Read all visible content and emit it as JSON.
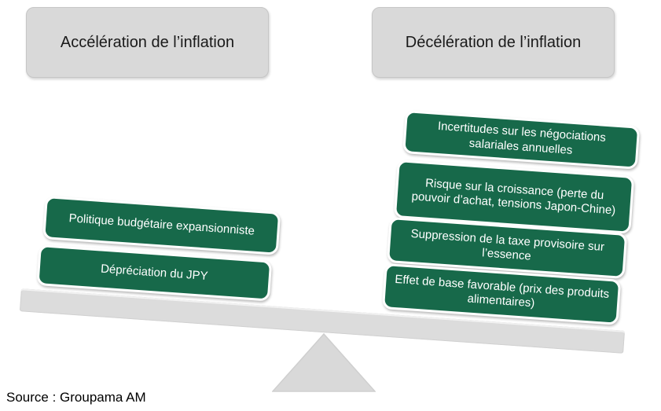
{
  "diagram": {
    "type": "balance-seesaw",
    "headers": {
      "left": "Accélération de l’inflation",
      "right": "Décélération de l’inflation"
    },
    "left_items": [
      {
        "label": "Politique budgétaire expansionniste"
      },
      {
        "label": "Dépréciation du JPY"
      }
    ],
    "right_items": [
      {
        "label": "Incertitudes sur les négociations salariales annuelles"
      },
      {
        "label": "Risque sur la croissance (perte du pouvoir d’achat, tensions Japon-Chine)"
      },
      {
        "label": "Suppression de la taxe provisoire sur l’essence"
      },
      {
        "label": "Effet de base favorable (prix des produits alimentaires)"
      }
    ],
    "source": "Source : Groupama AM",
    "colors": {
      "box_green": "#17694A",
      "box_border": "#FFFFFF",
      "header_gray": "#D9D9D9",
      "plank_gray": "#DCDCDC",
      "triangle_gray": "#D9D9D9",
      "header_text": "#1A1A1A",
      "box_text": "#FFFFFF",
      "source_text": "#000000"
    },
    "tilt_degrees": 4,
    "tilt_direction": "down-to-right"
  }
}
